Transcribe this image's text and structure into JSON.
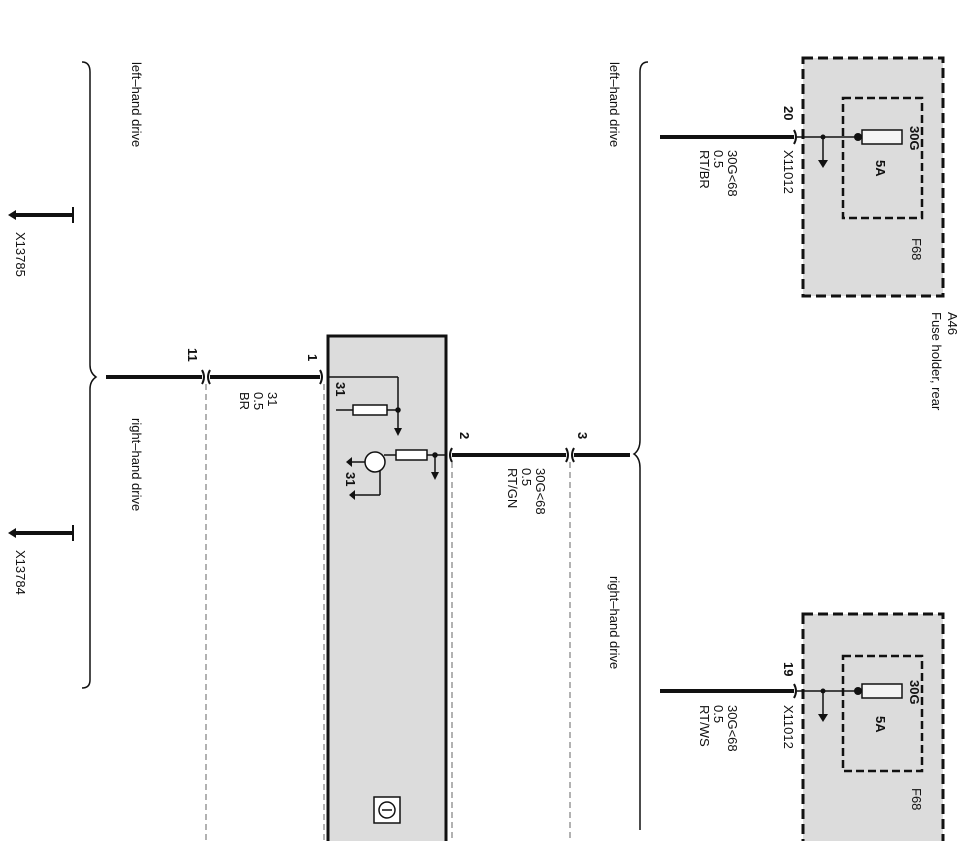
{
  "components": {
    "fuse_holder": {
      "ref": "A46",
      "name": "Fuse holder, rear"
    },
    "fuse_top": {
      "ref": "F68",
      "terminal": "30G",
      "rating": "5A",
      "connector": "X11012",
      "pin": "20"
    },
    "fuse_bottom": {
      "ref": "F68",
      "terminal": "30G",
      "rating": "5A",
      "connector": "X11012",
      "pin": "19"
    },
    "module": {
      "ground_label_1": "31",
      "ground_label_2": "31"
    }
  },
  "wires": {
    "top": {
      "circuit": "30G<68",
      "gauge": "0.5",
      "color": "RT/BR"
    },
    "bottom": {
      "circuit": "30G<68",
      "gauge": "0.5",
      "color": "RT/WS"
    },
    "supply": {
      "circuit": "30G<68",
      "gauge": "0.5",
      "color": "RT/GN"
    },
    "ground": {
      "circuit": "31",
      "gauge": "0.5",
      "color": "BR"
    }
  },
  "pins": {
    "module_supply": "2",
    "module_ground": "1",
    "branch_supply": "3",
    "branch_ground": "11"
  },
  "grounds": {
    "left": "X13785",
    "right": "X13784"
  },
  "variants": {
    "lhd_top": "left–hand drive",
    "lhd_bottom": "left–hand drive",
    "rhd_top": "right–hand drive",
    "rhd_bottom": "right–hand drive"
  }
}
